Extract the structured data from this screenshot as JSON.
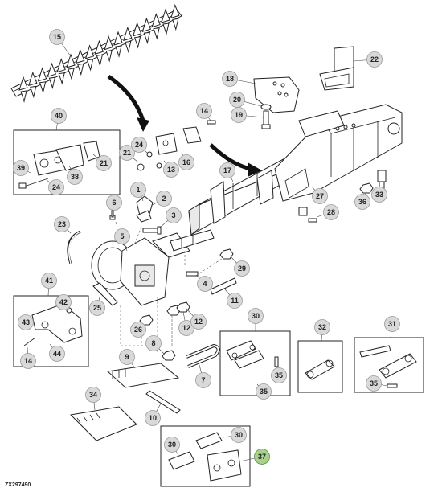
{
  "diagram": {
    "reference_code": "ZX297490",
    "highlight_color": "#a9d18e",
    "callout_color": "#d9d9d9",
    "callouts": [
      {
        "id": "c1",
        "label": "1"
      },
      {
        "id": "c2",
        "label": "2"
      },
      {
        "id": "c3",
        "label": "3"
      },
      {
        "id": "c4",
        "label": "4"
      },
      {
        "id": "c5",
        "label": "5"
      },
      {
        "id": "c6",
        "label": "6"
      },
      {
        "id": "c7",
        "label": "7"
      },
      {
        "id": "c8",
        "label": "8"
      },
      {
        "id": "c9",
        "label": "9"
      },
      {
        "id": "c10",
        "label": "10"
      },
      {
        "id": "c11",
        "label": "11"
      },
      {
        "id": "c12a",
        "label": "12"
      },
      {
        "id": "c12b",
        "label": "12"
      },
      {
        "id": "c13",
        "label": "13"
      },
      {
        "id": "c14a",
        "label": "14"
      },
      {
        "id": "c14b",
        "label": "14"
      },
      {
        "id": "c15",
        "label": "15"
      },
      {
        "id": "c16",
        "label": "16"
      },
      {
        "id": "c17",
        "label": "17"
      },
      {
        "id": "c18",
        "label": "18"
      },
      {
        "id": "c19",
        "label": "19"
      },
      {
        "id": "c20",
        "label": "20"
      },
      {
        "id": "c21a",
        "label": "21"
      },
      {
        "id": "c21b",
        "label": "21"
      },
      {
        "id": "c22",
        "label": "22"
      },
      {
        "id": "c23",
        "label": "23"
      },
      {
        "id": "c24a",
        "label": "24"
      },
      {
        "id": "c24b",
        "label": "24"
      },
      {
        "id": "c25",
        "label": "25"
      },
      {
        "id": "c26",
        "label": "26"
      },
      {
        "id": "c27",
        "label": "27"
      },
      {
        "id": "c28",
        "label": "28"
      },
      {
        "id": "c29",
        "label": "29"
      },
      {
        "id": "c30a",
        "label": "30"
      },
      {
        "id": "c30b",
        "label": "30"
      },
      {
        "id": "c30c",
        "label": "30"
      },
      {
        "id": "c31",
        "label": "31"
      },
      {
        "id": "c32",
        "label": "32"
      },
      {
        "id": "c33",
        "label": "33"
      },
      {
        "id": "c34",
        "label": "34"
      },
      {
        "id": "c35a",
        "label": "35"
      },
      {
        "id": "c35b",
        "label": "35"
      },
      {
        "id": "c35c",
        "label": "35"
      },
      {
        "id": "c36",
        "label": "36"
      },
      {
        "id": "c37",
        "label": "37",
        "highlight": true
      },
      {
        "id": "c38",
        "label": "38"
      },
      {
        "id": "c39",
        "label": "39"
      },
      {
        "id": "c40",
        "label": "40"
      },
      {
        "id": "c41",
        "label": "41"
      },
      {
        "id": "c42",
        "label": "42"
      },
      {
        "id": "c43",
        "label": "43"
      },
      {
        "id": "c44",
        "label": "44"
      }
    ]
  }
}
